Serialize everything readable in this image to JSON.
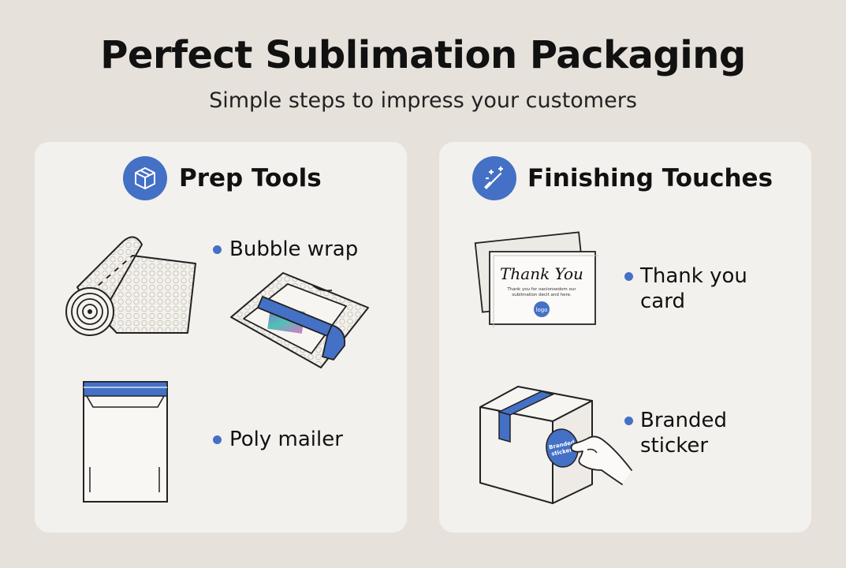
{
  "header": {
    "title": "Perfect Sublimation Packaging",
    "subtitle": "Simple steps to impress your customers"
  },
  "prep_tools": {
    "title": "Prep Tools",
    "icon": "box-icon",
    "items": [
      {
        "label": "Bubble wrap",
        "icon": "bubble-wrap-roll"
      },
      {
        "label": "Poly mailer",
        "icon": "poly-mailer"
      }
    ]
  },
  "finishing_touches": {
    "title": "Finishing Touches",
    "icon": "magic-wand-icon",
    "items": [
      {
        "label_line1": "Thank you",
        "label_line2": "card",
        "icon": "thank-you-card"
      },
      {
        "label_line1": "Branded",
        "label_line2": "sticker",
        "icon": "box-with-sticker"
      }
    ],
    "card_text": {
      "heading": "Thank You",
      "body_line1": "Thank you for oacionsedom our",
      "body_line2": "sublimation decit and here.",
      "logo": "logo"
    },
    "sticker_text": {
      "line1": "Branded",
      "line2": "sticker"
    }
  },
  "colors": {
    "accent": "#4470c6",
    "background": "#e6e1db",
    "card": "#f3f1ed"
  }
}
